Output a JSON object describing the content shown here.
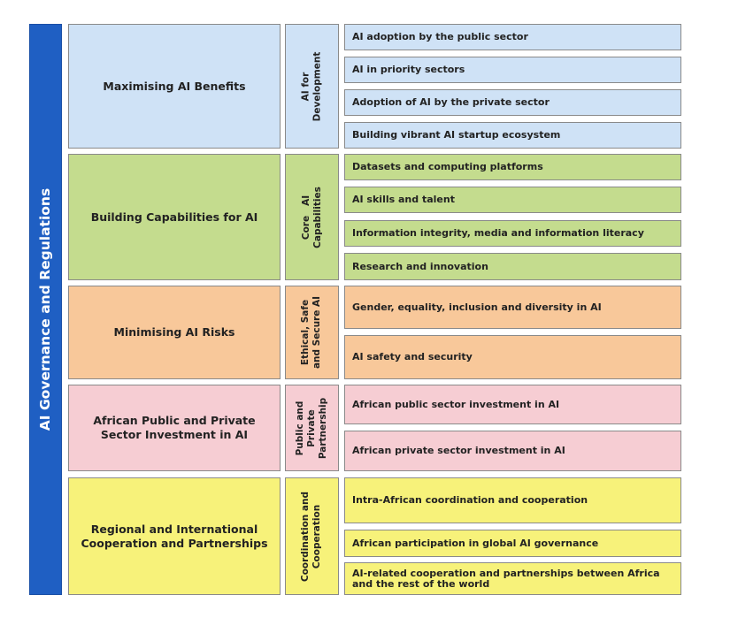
{
  "sidebar": {
    "title": "AI Governance and Regulations"
  },
  "colors": {
    "sidebar": "#1f5fc3",
    "blue": "#cfe2f6",
    "green": "#c4dc8e",
    "orange": "#f8c89a",
    "pink": "#f6cdd3",
    "yellow": "#f7f27a"
  },
  "sections": [
    {
      "category": "Maximising AI Benefits",
      "subcategory": "AI for\nDevelopment",
      "items": [
        "AI adoption by the public sector",
        "AI in priority sectors",
        "Adoption of AI by the private sector",
        "Building vibrant AI startup ecosystem"
      ]
    },
    {
      "category": "Building Capabilities for AI",
      "subcategory": "Core   AI\nCapabilities",
      "items": [
        "Datasets and computing platforms",
        "AI skills and talent",
        "Information integrity, media and information literacy",
        "Research and innovation"
      ]
    },
    {
      "category": "Minimising AI Risks",
      "subcategory": "Ethical, Safe\nand Secure AI",
      "items": [
        "Gender, equality, inclusion and diversity in AI",
        "AI safety and security"
      ]
    },
    {
      "category": "African Public and Private Sector Investment in AI",
      "subcategory": "Public and\nPrivate\nPartnership",
      "items": [
        "African public sector investment in AI",
        "African private sector investment in AI"
      ]
    },
    {
      "category": "Regional and International Cooperation and Partnerships",
      "subcategory": "Coordination and\nCooperation",
      "items": [
        "Intra-African coordination and cooperation",
        "African participation in global AI governance",
        "AI-related cooperation and partnerships between Africa and the rest of the world"
      ]
    }
  ]
}
